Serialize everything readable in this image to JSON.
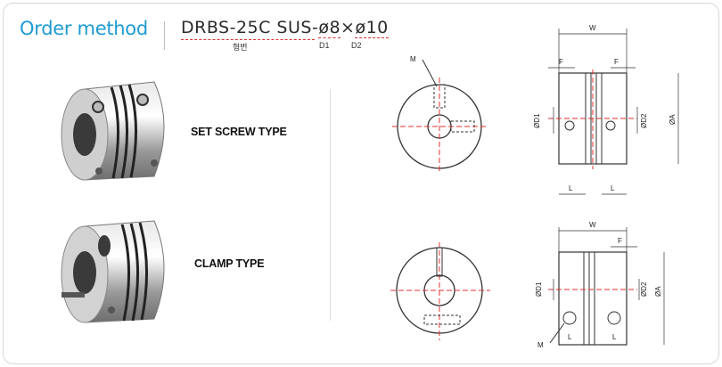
{
  "header": {
    "title": "Order method",
    "model_prefix": "DRBS-25C SUS-",
    "d1_value": "ø8",
    "times": "×",
    "d2_value": "ø10",
    "sub_model": "형번",
    "sub_d1": "D1",
    "sub_d2": "D2"
  },
  "types": [
    {
      "label": "SET SCREW TYPE"
    },
    {
      "label": "CLAMP TYPE"
    }
  ],
  "drawing": {
    "top_front": {
      "m": "M"
    },
    "top_side": {
      "w": "W",
      "f1": "F",
      "f2": "F",
      "d1": "ØD1",
      "d2": "ØD2",
      "a": "ØA",
      "l1": "L",
      "l2": "L"
    },
    "bottom_side": {
      "w": "W",
      "f": "F",
      "d1": "ØD1",
      "d2": "ØD2",
      "a": "ØA",
      "l1": "L",
      "l2": "L",
      "m": "M"
    }
  },
  "colors": {
    "accent": "#1e9bd3",
    "centerline": "#e03030",
    "dim_line": "#333333"
  }
}
